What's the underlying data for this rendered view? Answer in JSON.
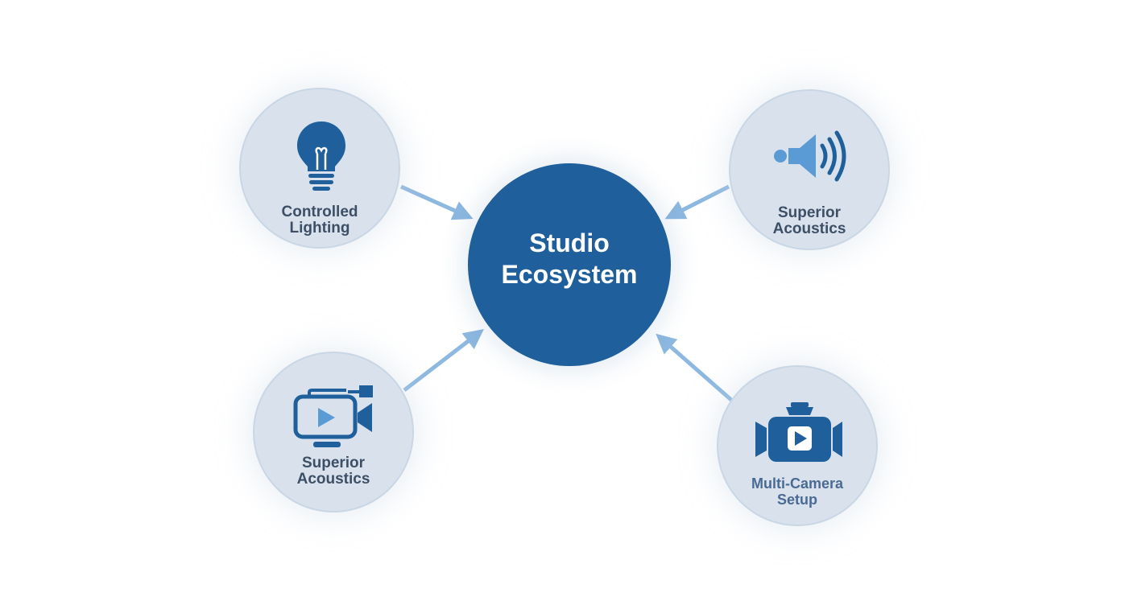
{
  "hub": {
    "line1": "Studio",
    "line2": "Ecosystem"
  },
  "nodes": [
    {
      "line1": "Controlled",
      "line2": "Lighting",
      "icon": "lightbulb-icon"
    },
    {
      "line1": "Superior",
      "line2": "Acoustics",
      "icon": "speaker-icon"
    },
    {
      "line1": "Superior",
      "line2": "Acoustics",
      "icon": "video-camera-icon"
    },
    {
      "line1": "Multi-Camera",
      "line2": "Setup",
      "icon": "movie-camera-icon"
    }
  ],
  "colors": {
    "hub": "#1f5f9c",
    "node_fill": "#d9e2ec",
    "arrow": "#8db8e0",
    "icon_dark": "#1f5f9c",
    "icon_light": "#5b9bd5",
    "label": "#3d4f66"
  }
}
